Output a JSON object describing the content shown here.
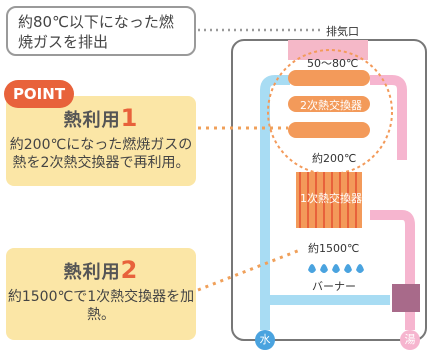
{
  "top_callout": {
    "text": "約80℃以下になった燃焼ガスを排出"
  },
  "exhaust_label": "排気口",
  "point_badge": "POINT",
  "heat1": {
    "title": "熱利用",
    "number": "1",
    "text": "約200℃になった燃焼ガスの熱を2次熱交換器で再利用。"
  },
  "heat2": {
    "title": "熱利用",
    "number": "2",
    "text": "約1500℃で1次熱交換器を加熱。"
  },
  "diagram": {
    "temp_top": "50～80℃",
    "secondary_hx": "2次熱交換器",
    "temp_mid": "約200℃",
    "primary_hx": "1次熱交換器",
    "temp_burner": "約1500℃",
    "burner": "バーナー",
    "water_in": "水",
    "hot_out": "湯"
  },
  "colors": {
    "accent": "#e8623b",
    "box": "#fbe6a6",
    "cold_pipe": "#a8dcf3",
    "hot_pipe": "#f6b5cf",
    "orange": "#f39a5a"
  }
}
